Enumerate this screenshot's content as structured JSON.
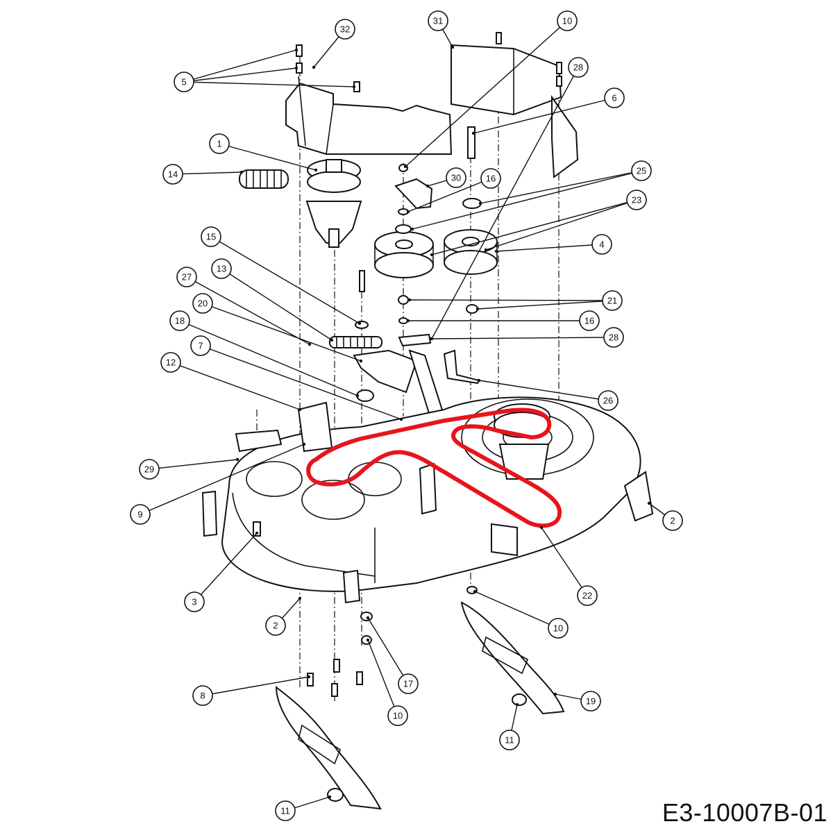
{
  "drawing_code": "E3-10007B-01",
  "colors": {
    "belt": "#e8141c",
    "line": "#111111",
    "background": "#ffffff"
  },
  "callouts": [
    {
      "id": "c-32",
      "label": "32"
    },
    {
      "id": "c-31",
      "label": "31"
    },
    {
      "id": "c-10a",
      "label": "10"
    },
    {
      "id": "c-28a",
      "label": "28"
    },
    {
      "id": "c-5",
      "label": "5"
    },
    {
      "id": "c-6",
      "label": "6"
    },
    {
      "id": "c-1",
      "label": "1"
    },
    {
      "id": "c-14",
      "label": "14"
    },
    {
      "id": "c-30",
      "label": "30"
    },
    {
      "id": "c-16a",
      "label": "16"
    },
    {
      "id": "c-25",
      "label": "25"
    },
    {
      "id": "c-23",
      "label": "23"
    },
    {
      "id": "c-4",
      "label": "4"
    },
    {
      "id": "c-15",
      "label": "15"
    },
    {
      "id": "c-13",
      "label": "13"
    },
    {
      "id": "c-27",
      "label": "27"
    },
    {
      "id": "c-20",
      "label": "20"
    },
    {
      "id": "c-18",
      "label": "18"
    },
    {
      "id": "c-7",
      "label": "7"
    },
    {
      "id": "c-21",
      "label": "21"
    },
    {
      "id": "c-16b",
      "label": "16"
    },
    {
      "id": "c-28b",
      "label": "28"
    },
    {
      "id": "c-12",
      "label": "12"
    },
    {
      "id": "c-26",
      "label": "26"
    },
    {
      "id": "c-29",
      "label": "29"
    },
    {
      "id": "c-9",
      "label": "9"
    },
    {
      "id": "c-2a",
      "label": "2"
    },
    {
      "id": "c-3",
      "label": "3"
    },
    {
      "id": "c-22",
      "label": "22"
    },
    {
      "id": "c-2b",
      "label": "2"
    },
    {
      "id": "c-10b",
      "label": "10"
    },
    {
      "id": "c-17",
      "label": "17"
    },
    {
      "id": "c-8",
      "label": "8"
    },
    {
      "id": "c-19",
      "label": "19"
    },
    {
      "id": "c-10c",
      "label": "10"
    },
    {
      "id": "c-11a",
      "label": "11"
    },
    {
      "id": "c-11b",
      "label": "11"
    }
  ]
}
